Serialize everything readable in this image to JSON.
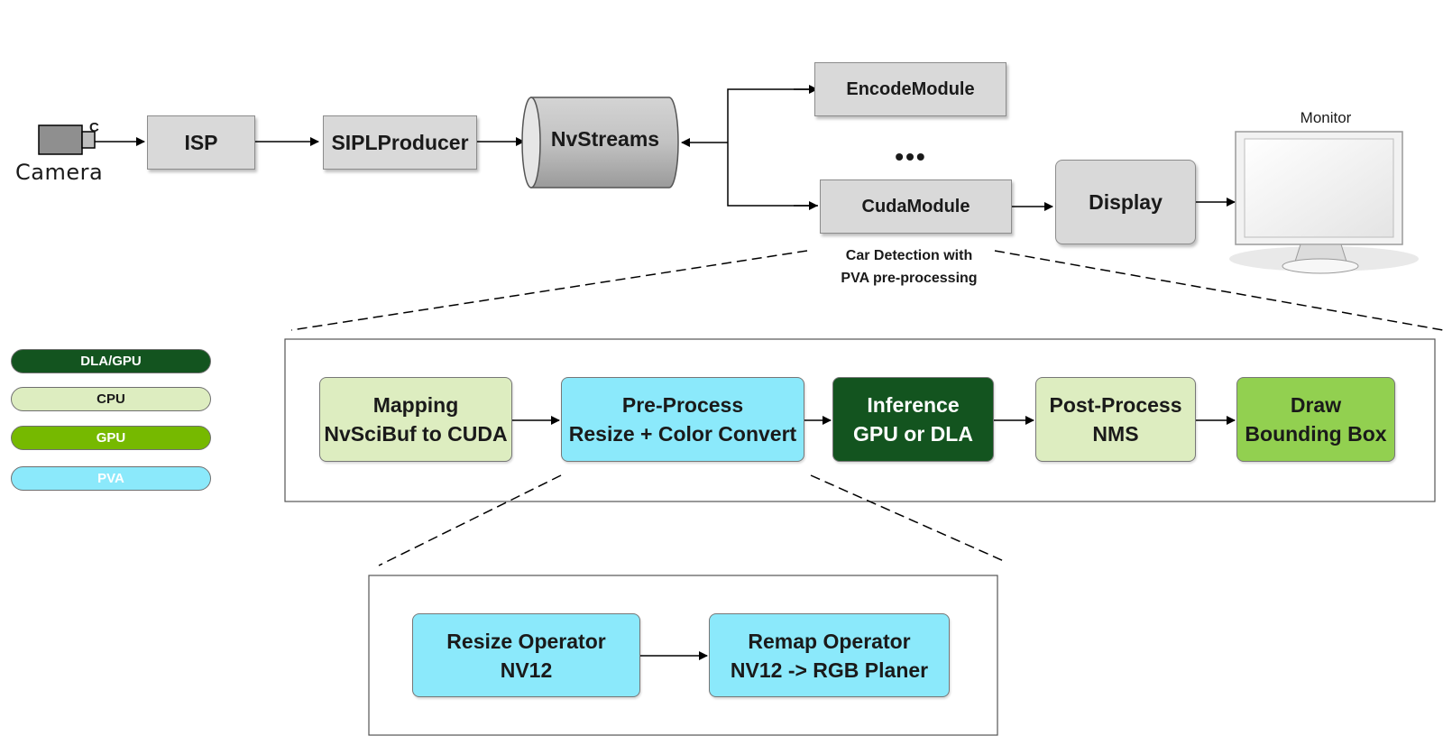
{
  "colors": {
    "dla_gpu": "#13541f",
    "cpu": "#ddedc0",
    "gpu": "#76b900",
    "pva": "#8be9fb",
    "draw": "#92d050",
    "module_gray": "#d9d9d9"
  },
  "top_flow": {
    "camera": {
      "label": "Camera",
      "connector": "C",
      "icon": "camera-icon"
    },
    "isp": "ISP",
    "sipl_producer": "SIPLProducer",
    "nvstreams": "NvStreams",
    "encode_module": "EncodeModule",
    "ellipsis": "•••",
    "cuda_module": "CudaModule",
    "display": "Display",
    "monitor": {
      "label": "Monitor",
      "icon": "monitor-icon"
    },
    "cuda_caption": "Car Detection with\nPVA pre-processing"
  },
  "legend": [
    {
      "label": "DLA/GPU",
      "color": "#13541f",
      "text_color": "#ffffff"
    },
    {
      "label": "CPU",
      "color": "#ddedc0",
      "text_color": "#1a1a1a"
    },
    {
      "label": "GPU",
      "color": "#76b900",
      "text_color": "#ffffff"
    },
    {
      "label": "PVA",
      "color": "#8be9fb",
      "text_color": "#ffffff"
    }
  ],
  "pipeline": [
    {
      "label": "Mapping\nNvSciBuf to CUDA",
      "color": "#ddedc0",
      "text_color": "#1a1a1a"
    },
    {
      "label": "Pre-Process\nResize + Color Convert",
      "color": "#8be9fb",
      "text_color": "#1a1a1a"
    },
    {
      "label": "Inference\nGPU or DLA",
      "color": "#13541f",
      "text_color": "#ffffff"
    },
    {
      "label": "Post-Process\nNMS",
      "color": "#ddedc0",
      "text_color": "#1a1a1a"
    },
    {
      "label": "Draw\nBounding Box",
      "color": "#92d050",
      "text_color": "#1a1a1a"
    }
  ],
  "preprocess_detail": [
    {
      "label": "Resize Operator\nNV12",
      "color": "#8be9fb",
      "text_color": "#1a1a1a"
    },
    {
      "label": "Remap Operator\nNV12 -> RGB Planer",
      "color": "#8be9fb",
      "text_color": "#1a1a1a"
    }
  ]
}
